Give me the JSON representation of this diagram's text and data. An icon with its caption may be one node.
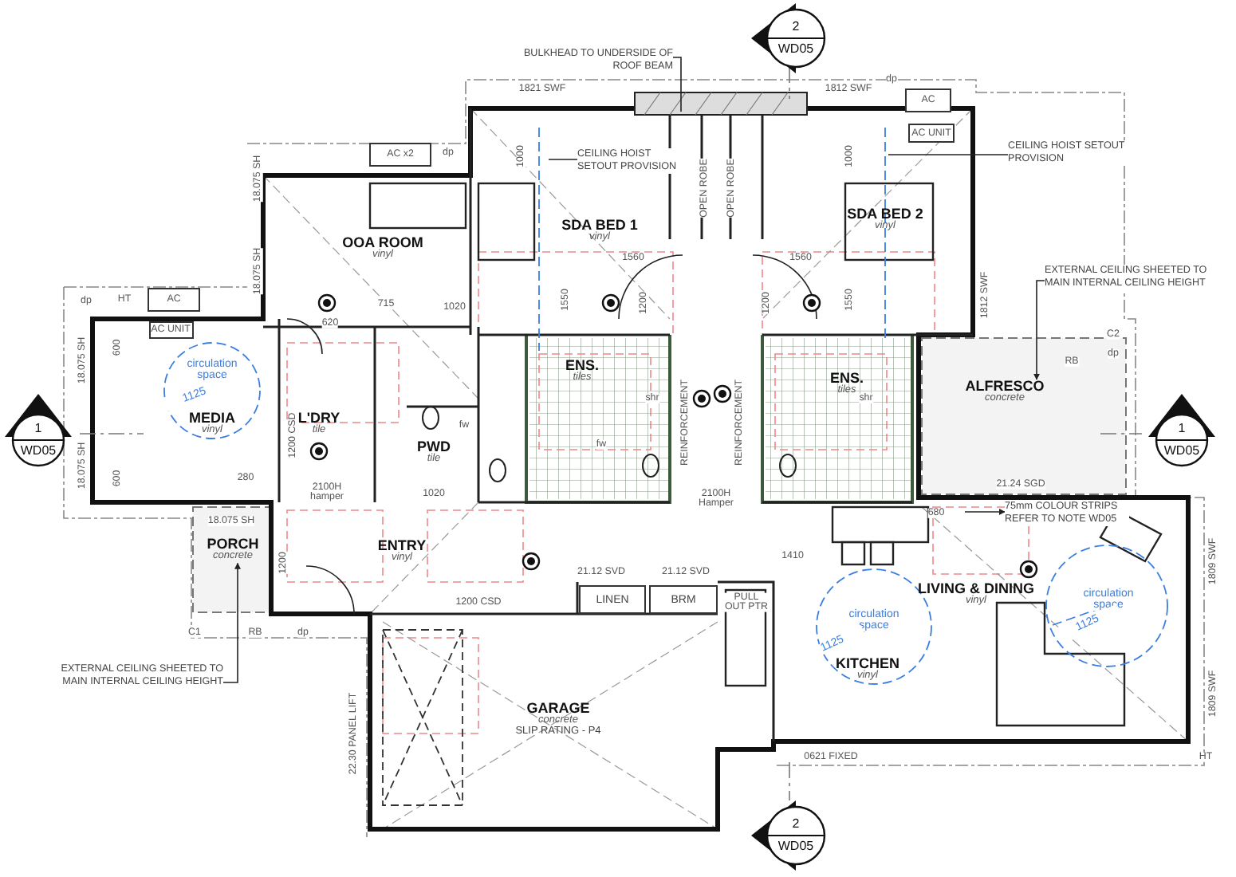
{
  "diagram": {
    "nodes": [
      {
        "text": [
          "OOA ROOM",
          "vinyl"
        ]
      },
      {
        "text": [
          "SDA BED 1",
          "vinyl"
        ]
      },
      {
        "text": [
          "SDA BED 2",
          "vinyl"
        ]
      },
      {
        "text": [
          "MEDIA",
          "vinyl"
        ]
      },
      {
        "text": [
          "L'DRY",
          "tile"
        ]
      },
      {
        "text": [
          "PWD",
          "tile"
        ]
      },
      {
        "text": [
          "ENS.",
          "tiles"
        ]
      },
      {
        "text": [
          "ENS.",
          "tiles"
        ]
      },
      {
        "text": [
          "ALFRESCO",
          "concrete"
        ]
      },
      {
        "text": [
          "PORCH",
          "concrete"
        ]
      },
      {
        "text": [
          "ENTRY",
          "vinyl"
        ]
      },
      {
        "text": [
          "GARAGE",
          "concrete",
          "SLIP RATING - P4"
        ]
      },
      {
        "text": [
          "KITCHEN",
          "vinyl"
        ]
      },
      {
        "text": [
          "LIVING & DINING",
          "vinyl"
        ]
      },
      {
        "text": [
          "LINEN"
        ]
      },
      {
        "text": [
          "BRM"
        ]
      },
      {
        "text": [
          "BULKHEAD TO UNDERSIDE OF ROOF BEAM"
        ]
      },
      {
        "text": [
          "CEILING HOIST SETOUT PROVISION"
        ]
      },
      {
        "text": [
          "CEILING HOIST SETOUT PROVISION"
        ]
      },
      {
        "text": [
          "EXTERNAL CEILING SHEETED TO MAIN INTERNAL CEILING HEIGHT"
        ]
      },
      {
        "text": [
          "EXTERNAL CEILING SHEETED TO MAIN INTERNAL CEILING HEIGHT"
        ]
      },
      {
        "text": [
          "75mm COLOUR STRIPS REFER TO NOTE WD05"
        ]
      },
      {
        "text": [
          "1",
          "WD05"
        ]
      },
      {
        "text": [
          "1",
          "WD05"
        ]
      },
      {
        "text": [
          "2",
          "WD05"
        ]
      },
      {
        "text": [
          "2",
          "WD05"
        ]
      }
    ],
    "edges": [
      {
        "from": 16,
        "to": null,
        "arrow": "none"
      },
      {
        "from": 17,
        "to": null,
        "arrow": "none"
      },
      {
        "from": 18,
        "to": null,
        "arrow": "none"
      },
      {
        "from": 19,
        "to": 8,
        "arrow": "to"
      },
      {
        "from": 20,
        "to": 9,
        "arrow": "to"
      },
      {
        "from": null,
        "to": 21,
        "arrow": "to"
      }
    ],
    "labels": [
      "1821 SWF",
      "1812 SWF",
      "AC x2",
      "dp",
      "AC",
      "dp",
      "AC UNIT",
      "18.075 SH",
      "18.075 SH",
      "1000",
      "1000",
      "OPEN ROBE",
      "OPEN ROBE",
      "1560",
      "1560",
      "1550",
      "1200",
      "1200",
      "1550",
      "1812 SWF",
      "dp",
      "HT",
      "AC",
      "AC UNIT",
      "18.075 SH",
      "18.075 SH",
      "600",
      "600",
      "715",
      "620",
      "1020",
      "circulation space",
      "1125",
      "1200 CSD",
      "REINFORCEMENT",
      "REINFORCEMENT",
      "shr",
      "shr",
      "fw",
      "fw",
      "C2",
      "RB",
      "dp",
      "280",
      "2100H hamper",
      "1020",
      "2100H Hamper",
      "21.24 SGD",
      "680",
      "18.075 SH",
      "1410",
      "1200",
      "1809 SWF",
      "1809 SWF",
      "circulation space",
      "1125",
      "21.12 SVD",
      "21.12 SVD",
      "1200 CSD",
      "PULL OUT PTR",
      "circulation space",
      "1125",
      "C1",
      "RB",
      "dp",
      "22.30 PANEL LIFT",
      "0621 FIXED",
      "HT"
    ]
  }
}
